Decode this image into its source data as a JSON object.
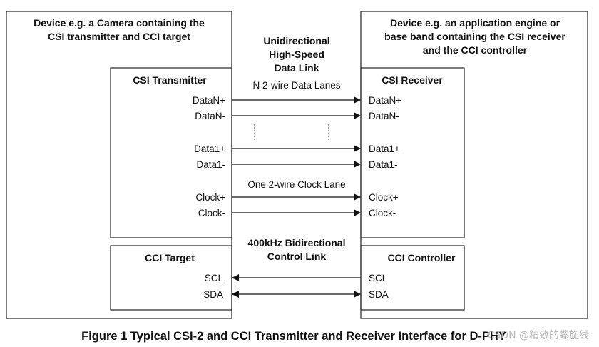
{
  "left_device": {
    "title_line1": "Device e.g. a Camera containing the",
    "title_line2": "CSI transmitter and CCI target"
  },
  "right_device": {
    "title_line1": "Device e.g. an application engine or",
    "title_line2": "base band containing the CSI receiver",
    "title_line3": "and the CCI controller"
  },
  "csi_transmitter": {
    "title": "CSI Transmitter",
    "pins": [
      "DataN+",
      "DataN-",
      "Data1+",
      "Data1-",
      "Clock+",
      "Clock-"
    ]
  },
  "csi_receiver": {
    "title": "CSI Receiver",
    "pins": [
      "DataN+",
      "DataN-",
      "Data1+",
      "Data1-",
      "Clock+",
      "Clock-"
    ]
  },
  "cci_target": {
    "title": "CCI Target",
    "pins": [
      "SCL",
      "SDA"
    ]
  },
  "cci_controller": {
    "title": "CCI Controller",
    "pins": [
      "SCL",
      "SDA"
    ]
  },
  "link_labels": {
    "high_speed_line1": "Unidirectional",
    "high_speed_line2": "High-Speed",
    "high_speed_line3": "Data  Link",
    "data_lanes": "N 2-wire Data Lanes",
    "clock_lane": "One 2-wire Clock Lane",
    "control_line1": "400kHz Bidirectional",
    "control_line2": "Control Link"
  },
  "caption": "Figure 1 Typical CSI-2 and CCI Transmitter and Receiver Interface for D-PHY",
  "watermark": "CSDN @精致的螺旋线"
}
